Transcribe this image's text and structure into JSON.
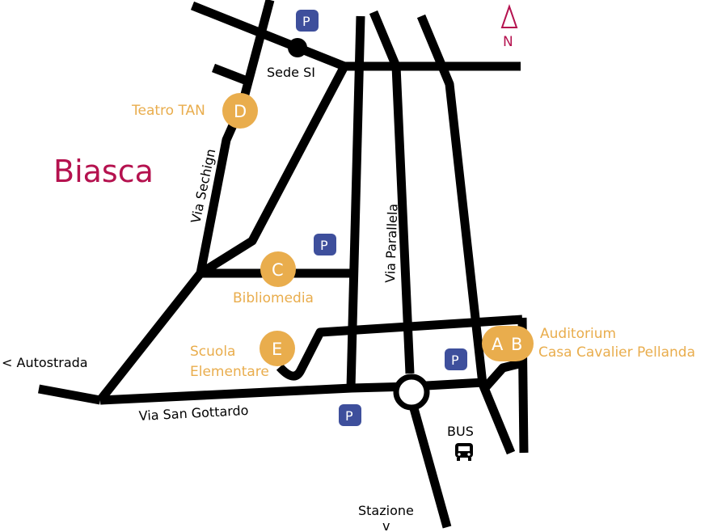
{
  "map": {
    "city": "Biasca",
    "north": "N",
    "colors": {
      "road": "#000000",
      "accent": "#e9ad4d",
      "title": "#b5124f",
      "parking": "#3e4f9c",
      "north": "#b5124f"
    },
    "places": [
      {
        "id": "D",
        "letter": "D",
        "label": "Teatro TAN"
      },
      {
        "id": "C",
        "letter": "C",
        "label": "Bibliomedia"
      },
      {
        "id": "E",
        "letter": "E",
        "label_line1": "Scuola",
        "label_line2": "Elementare"
      },
      {
        "id": "AB",
        "letter_a": "A",
        "letter_b": "B",
        "label_line1": "Auditorium",
        "label_line2": "Casa Cavalier Pellanda"
      }
    ],
    "streets": {
      "sechign": "Via Sechign",
      "parallela": "Via Parallela",
      "san_gottardo": "Via San Gottardo"
    },
    "labels": {
      "sede": "Sede SI",
      "autostrada": "< Autostrada",
      "stazione": "Stazione",
      "stazione_arrow": "v",
      "bus": "BUS"
    },
    "parking_letter": "P",
    "icons": [
      "parking-icon",
      "bus-icon",
      "north-arrow-icon",
      "roundabout"
    ]
  }
}
